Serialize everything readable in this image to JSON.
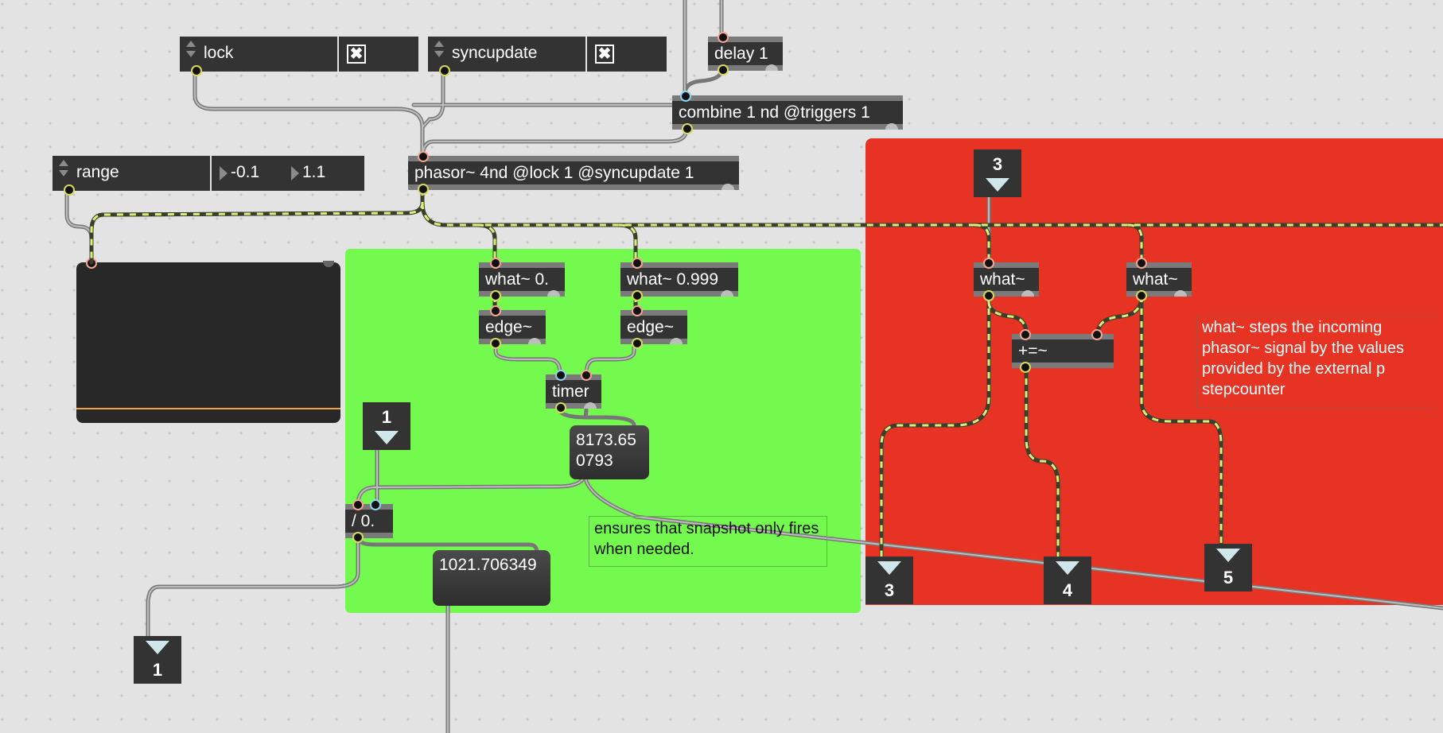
{
  "attrui": {
    "lock": {
      "label": "lock",
      "value": "✖"
    },
    "syncupdate": {
      "label": "syncupdate",
      "value": "✖"
    },
    "range": {
      "label": "range",
      "min": "-0.1",
      "max": "1.1"
    }
  },
  "objects": {
    "delay": "delay 1",
    "combine": "combine 1 nd @triggers 1",
    "phasor": "phasor~ 4nd @lock 1 @syncupdate 1",
    "what_0": "what~ 0.",
    "what_0999": "what~ 0.999",
    "edge_1": "edge~",
    "edge_2": "edge~",
    "timer": "timer",
    "divide": "/ 0.",
    "what_a": "what~",
    "what_b": "what~",
    "plus_eq": "+=~"
  },
  "messages": {
    "timer_out": "8173.650793",
    "divide_out": "1021.706349"
  },
  "inlets": {
    "green_in": "1",
    "red_in": "3"
  },
  "outlets": {
    "out_1": "1",
    "out_3": "3",
    "out_4": "4",
    "out_5": "5"
  },
  "comments": {
    "snapshot": "ensures that snapshot only fires when needed.",
    "what_desc": "what~ steps the incoming phasor~ signal by the values provided by the external p stepcounter"
  },
  "colors": {
    "green_panel": "#74fa4e",
    "red_panel": "#e73323",
    "signal_cord": "#d8f07a",
    "scope_line": "#f2a33a"
  }
}
